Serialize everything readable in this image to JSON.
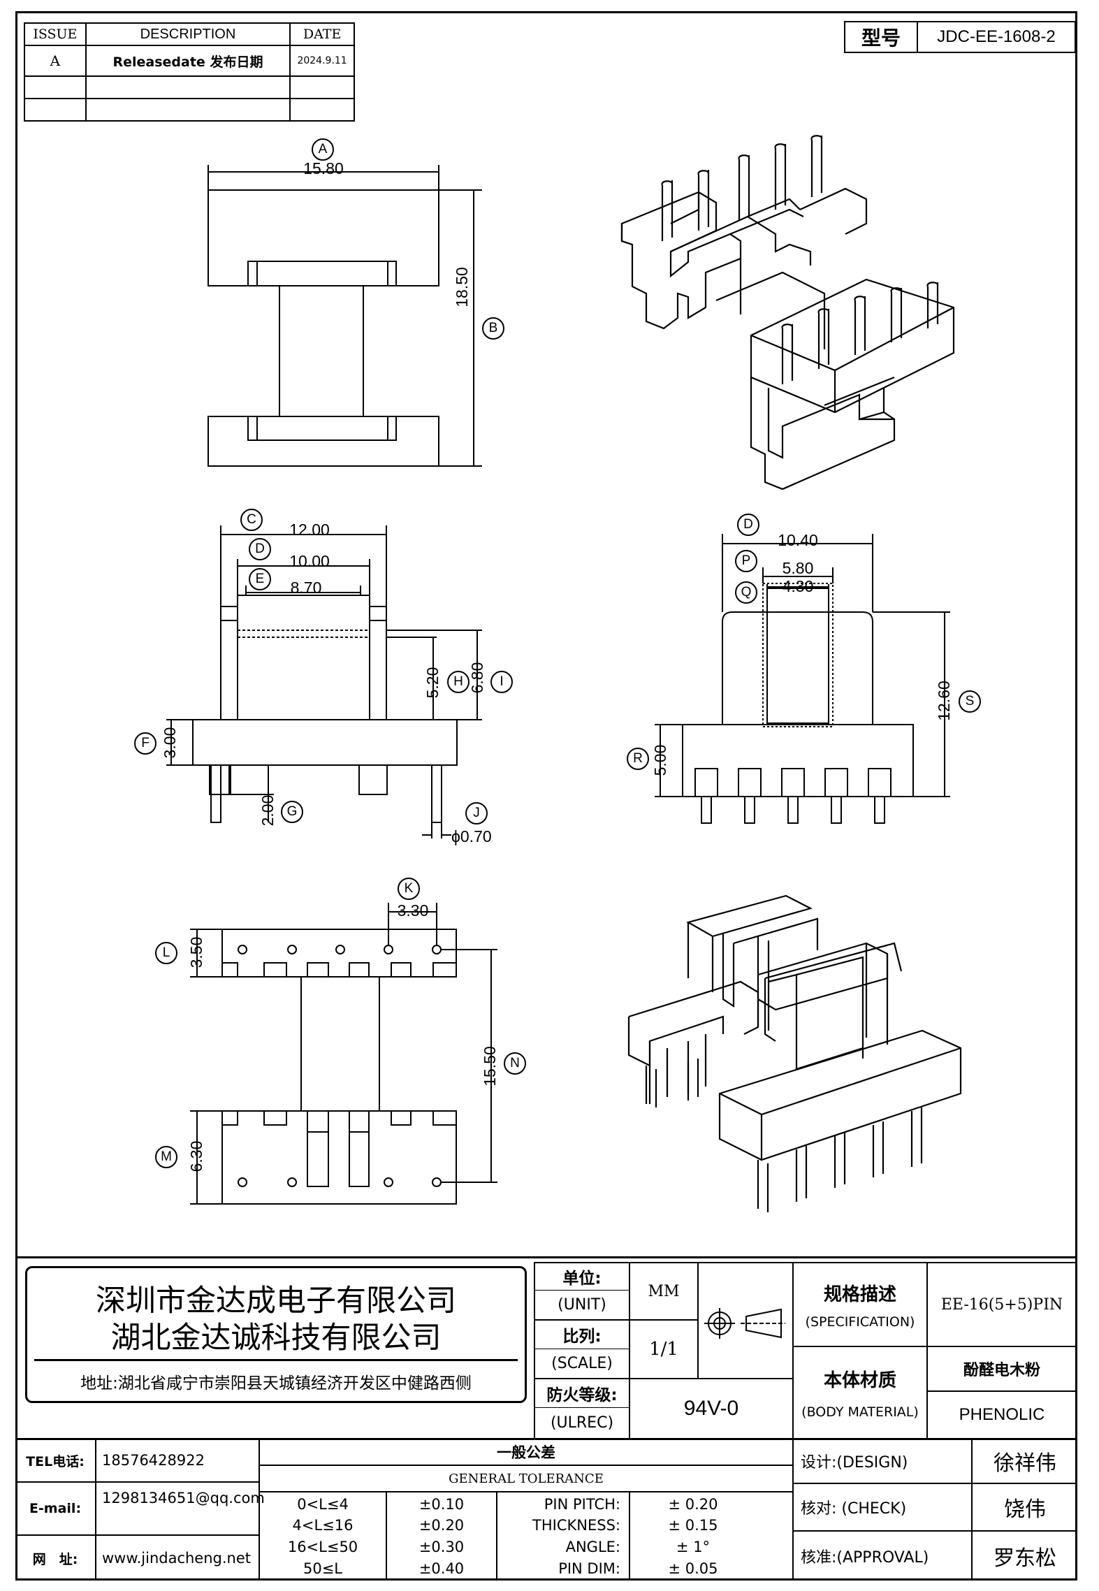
{
  "revision": {
    "headers": [
      "ISSUE",
      "DESCRIPTION",
      "DATE"
    ],
    "rows": [
      [
        "A",
        "Releasedate 发布日期",
        "2024.9.11"
      ],
      [
        "",
        "",
        ""
      ],
      [
        "",
        "",
        ""
      ]
    ]
  },
  "model": {
    "label": "型号",
    "value": "JDC-EE-1608-2"
  },
  "dimensions": {
    "A": "15.80",
    "B": "18.50",
    "C": "12.00",
    "D_top": "10.00",
    "E": "8.70",
    "H": "5.20",
    "I": "6.80",
    "F": "3.00",
    "G": "2.00",
    "J": "ϕ0.70",
    "D_side": "10.40",
    "P": "5.80",
    "Q": "4.30",
    "S": "12.60",
    "R": "5.00",
    "K": "3.30",
    "L": "3.50",
    "N": "15.50",
    "M": "6.30"
  },
  "callouts": [
    "A",
    "B",
    "C",
    "D",
    "E",
    "H",
    "I",
    "F",
    "G",
    "J",
    "D",
    "P",
    "Q",
    "S",
    "R",
    "K",
    "L",
    "N",
    "M"
  ],
  "company": {
    "name1": "深圳市金达成电子有限公司",
    "name2": "湖北金达诚科技有限公司",
    "address": "地址:湖北省咸宁市崇阳县天城镇经济开发区中健路西侧"
  },
  "specs": {
    "unit_cn": "单位:",
    "unit_en": "(UNIT)",
    "unit_value": "MM",
    "scale_cn": "比列:",
    "scale_en": "(SCALE)",
    "scale_value": "1/1",
    "ulrec_cn": "防火等级:",
    "ulrec_en": "(ULREC)",
    "ulrec_value": "94V-0",
    "spec_cn": "规格描述",
    "spec_en": "(SPECIFICATION)",
    "spec_value": "EE-16(5+5)PIN",
    "material_cn": "本体材质",
    "material_en": "(BODY MATERIAL)",
    "material_value_cn": "酚醛电木粉",
    "material_value_en": "PHENOLIC"
  },
  "contact": {
    "tel_label": "TEL电话:",
    "tel": "18576428922",
    "email_label": "E-mail:",
    "email": "1298134651@qq.com",
    "web_label": "网　址:",
    "web": "www.jindacheng.net"
  },
  "tolerance": {
    "title_cn": "一般公差",
    "title_en": "GENERAL TOLERANCE",
    "ranges": [
      [
        "0<L≤4",
        "±0.10"
      ],
      [
        "4<L≤16",
        "±0.20"
      ],
      [
        "16<L≤50",
        "±0.30"
      ],
      [
        "50≤L",
        "±0.40"
      ]
    ],
    "other": [
      [
        "PIN PITCH:",
        "±  0.20"
      ],
      [
        "THICKNESS:",
        "±  0.15"
      ],
      [
        "ANGLE:",
        "±  1°"
      ],
      [
        "PIN DIM:",
        "±  0.05"
      ]
    ]
  },
  "approval": {
    "design_label": "设计:(DESIGN)",
    "design": "徐祥伟",
    "check_label": "核对: (CHECK)",
    "check": "饶伟",
    "approve_label": "核准:(APPROVAL)",
    "approve": "罗东松"
  }
}
